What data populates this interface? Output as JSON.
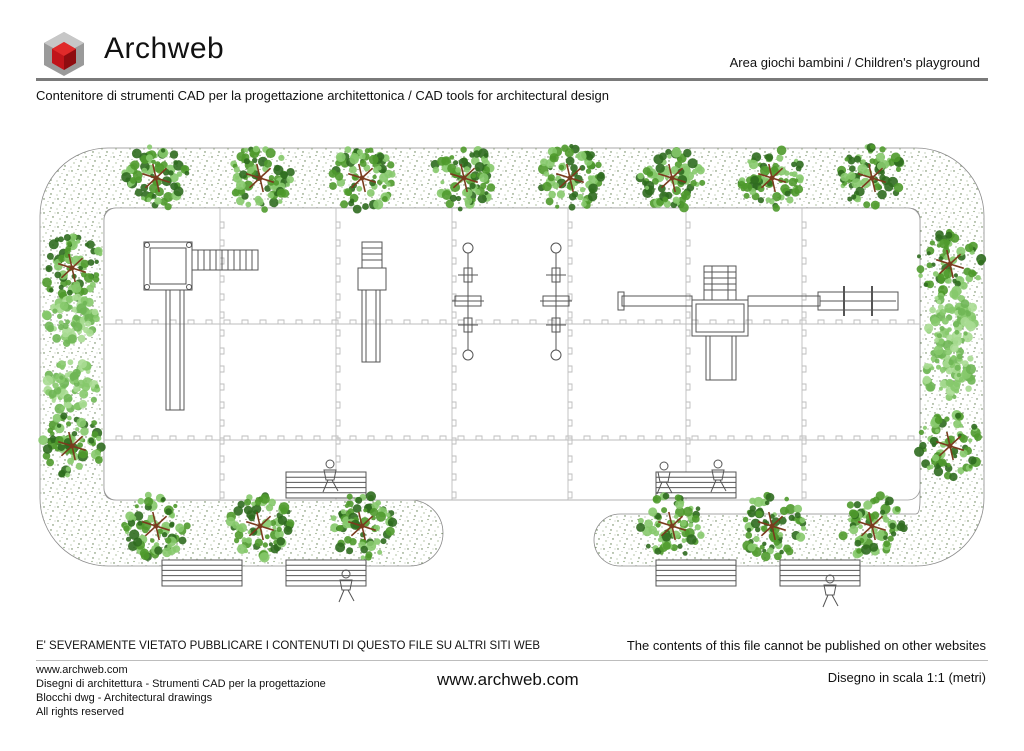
{
  "header": {
    "brand": "Archweb",
    "title": "Area giochi bambini  /  Children's playground",
    "subtitle": "Contenitore di strumenti CAD per la progettazione architettonica  /  CAD tools for architectural design"
  },
  "footer": {
    "warning_it": "E' SEVERAMENTE VIETATO PUBBLICARE I CONTENUTI DI QUESTO FILE SU ALTRI SITI WEB",
    "warning_en": "The contents of this file cannot be published on other websites",
    "lines": [
      "www.archweb.com",
      "Disegni di architettura - Strumenti CAD  per la progettazione",
      "Blocchi dwg - Architectural drawings",
      "All rights reserved"
    ],
    "center": "www.archweb.com",
    "scale": "Disegno in scala 1:1 (metri)"
  },
  "colors": {
    "tree_dark": "#2f6b1f",
    "tree_mid": "#4f9a2c",
    "tree_light": "#86c96b",
    "trunk": "#7a3b1e",
    "gravel": "#5d7a4a",
    "line": "#6e6e6e"
  },
  "icons": [
    "archweb-cube-logo"
  ]
}
